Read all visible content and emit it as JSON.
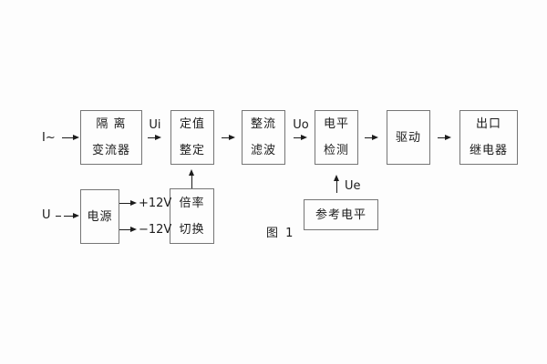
{
  "diagram": {
    "caption": "图 1",
    "inputs": {
      "current": "I~",
      "voltage": "U"
    },
    "signals": {
      "ui": "Ui",
      "uo": "Uo",
      "ue": "Ue",
      "plus12": "+12V",
      "minus12": "−12V"
    },
    "blocks": {
      "isolation": {
        "line1": "隔 离",
        "line2": "变流器"
      },
      "setting": {
        "line1": "定值",
        "line2": "整定"
      },
      "rectifier": {
        "line1": "整流",
        "line2": "滤波"
      },
      "level": {
        "line1": "电平",
        "line2": "检测"
      },
      "drive": {
        "label": "驱动"
      },
      "output_relay": {
        "line1": "出口",
        "line2": "继电器"
      },
      "power": {
        "label": "电源"
      },
      "multiplier": {
        "line1": "倍率",
        "line2": "切换"
      },
      "reference": {
        "label": "参考电平"
      }
    },
    "colors": {
      "background": "#fdfdfd",
      "border": "#757575",
      "text": "#1c1c1c"
    }
  }
}
